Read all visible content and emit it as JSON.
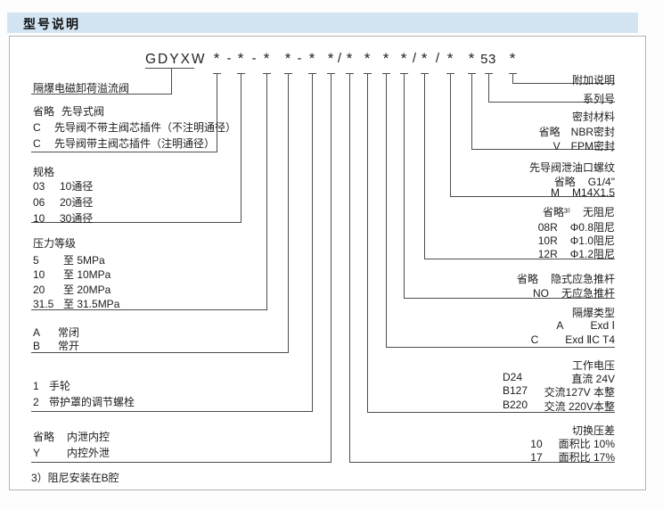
{
  "colors": {
    "header_band": "#d3e5f3",
    "line": "#4d4d4d"
  },
  "header": {
    "title": "型号说明"
  },
  "model_code": {
    "prefix": "GDYXW",
    "tokens": [
      "*",
      "-",
      "*",
      "-",
      "*",
      "*",
      "-",
      "*",
      "*",
      "/",
      "*",
      "*",
      "*",
      "*",
      "/",
      "*",
      "/",
      "*",
      "*",
      "53",
      "*"
    ]
  },
  "left": {
    "valve_name": "隔爆电磁卸荷溢流阀",
    "pilot": {
      "rows": [
        {
          "c": "省略",
          "t": "先导式阀"
        },
        {
          "c": "C",
          "t": "先导阀不带主阀芯插件（不注明通径）"
        },
        {
          "c": "C",
          "t": "先导阀带主阀芯插件（注明通径）"
        }
      ]
    },
    "spec": {
      "title": "规格",
      "rows": [
        {
          "c": "03",
          "t": "10通径"
        },
        {
          "c": "06",
          "t": "20通径"
        },
        {
          "c": "10",
          "t": "30通径"
        }
      ]
    },
    "pressure": {
      "title": "压力等级",
      "rows": [
        {
          "c": "5",
          "t": "至  5MPa"
        },
        {
          "c": "10",
          "t": "至 10MPa"
        },
        {
          "c": "20",
          "t": "至 20MPa"
        },
        {
          "c": "31.5",
          "t": "至 31.5MPa"
        }
      ]
    },
    "state": {
      "rows": [
        {
          "c": "A",
          "t": "常闭"
        },
        {
          "c": "B",
          "t": "常开"
        }
      ]
    },
    "adjust": {
      "rows": [
        {
          "c": "1",
          "t": "手轮"
        },
        {
          "c": "2",
          "t": "带护罩的调节螺栓"
        }
      ]
    },
    "drain": {
      "rows": [
        {
          "c": "省略",
          "t": "内泄内控"
        },
        {
          "c": "Y",
          "t": "内控外泄"
        }
      ]
    },
    "footnote": "3）阻尼安装在B腔"
  },
  "right": {
    "additional": "附加说明",
    "series": "系列号",
    "seal": {
      "title": "密封材料",
      "rows": [
        {
          "c": "省略",
          "t": "NBR密封"
        },
        {
          "c": "V",
          "t": "FPM密封"
        }
      ]
    },
    "thread": {
      "title": "先导阀泄油口螺纹",
      "rows": [
        {
          "c": "省略",
          "t": "G1/4\""
        },
        {
          "c": "M",
          "t": "M14X1.5"
        }
      ]
    },
    "damping": {
      "rows": [
        {
          "c": "省略³⁾",
          "t": "无阻尼"
        },
        {
          "c": "08R",
          "t": "Φ0.8阻尼"
        },
        {
          "c": "10R",
          "t": "Φ1.0阻尼"
        },
        {
          "c": "12R",
          "t": "Φ1.2阻尼"
        }
      ]
    },
    "pushrod": {
      "rows": [
        {
          "c": "省略",
          "t": "隐式应急推杆"
        },
        {
          "c": "NO",
          "t": "无应急推杆"
        }
      ]
    },
    "exd": {
      "title": "隔爆类型",
      "rows": [
        {
          "c": "A",
          "t": "Exd Ⅰ"
        },
        {
          "c": "C",
          "t": "Exd ⅡC T4"
        }
      ]
    },
    "voltage": {
      "title": "工作电压",
      "rows": [
        {
          "c": "D24",
          "t": "直流 24V"
        },
        {
          "c": "B127",
          "t": "交流127V 本整"
        },
        {
          "c": "B220",
          "t": "交流 220V本整"
        }
      ]
    },
    "diff": {
      "title": "切换压差",
      "rows": [
        {
          "c": "10",
          "t": "面积比  10%"
        },
        {
          "c": "17",
          "t": "面积比  17%"
        }
      ]
    }
  }
}
